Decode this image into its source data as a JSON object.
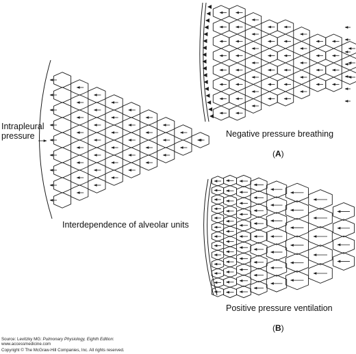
{
  "labels": {
    "intrapleural_line1": "Intrapleural",
    "intrapleural_line2": "pressure",
    "interdependence": "Interdependence of alveolar units",
    "negative": "Negative pressure breathing",
    "positive": "Positive pressure ventilation",
    "panel_a": "A",
    "panel_b": "B"
  },
  "source": {
    "prefix": "Source: Levitzky MG: ",
    "title": "Pulmonary Physiology, Eighth Edition",
    "suffix": ":",
    "website": "www.accessmedicine.com",
    "copyright": "Copyright © The McGraw-Hill Companies, Inc. All rights reserved."
  },
  "colors": {
    "line": "#1a1a1a",
    "background": "#ffffff"
  },
  "icons": {
    "arrow": "arrowhead-icon",
    "wall_inward": "inward-pointing-pleural-arrowheads"
  }
}
